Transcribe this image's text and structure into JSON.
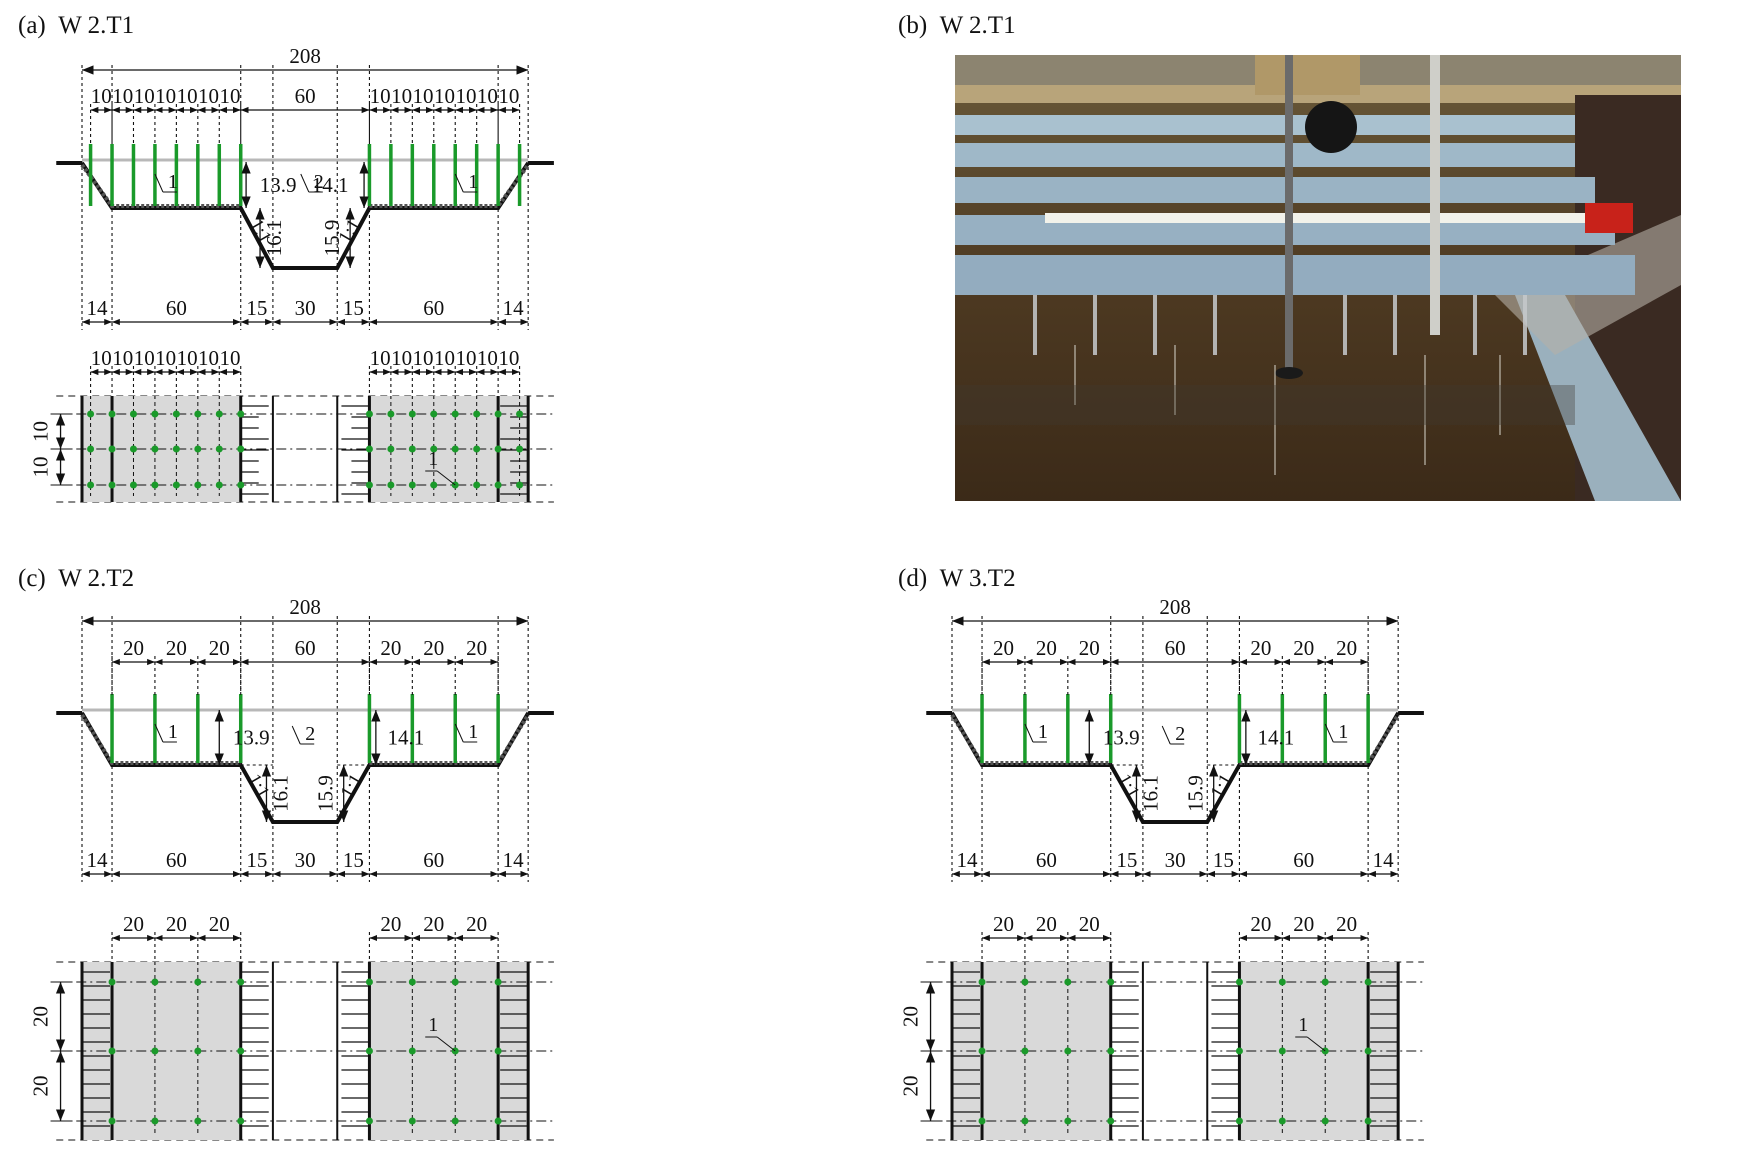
{
  "figure": {
    "panels": [
      {
        "id": "a",
        "label": "(a)",
        "title": "W 2.T1"
      },
      {
        "id": "b",
        "label": "(b)",
        "title": "W 2.T1"
      },
      {
        "id": "c",
        "label": "(c)",
        "title": "W 2.T2"
      },
      {
        "id": "d",
        "label": "(d)",
        "title": "W 3.T2"
      }
    ],
    "total_width": "208",
    "main_channel_width": "60",
    "callout_rod": "1",
    "callout_water": "2",
    "slope": "1:1",
    "depth_left": "13.9",
    "depth_right": "14.1",
    "main_depth_left": "16.1",
    "main_depth_right": "15.9",
    "bottom_segments": [
      "14",
      "60",
      "15",
      "30",
      "15",
      "60",
      "14"
    ],
    "spacing_T1": "10",
    "spacing_T2": "20",
    "plan_row_spacing_T1": "10",
    "plan_row_spacing_T2": "20"
  },
  "colors": {
    "rod": "#1a9a2a",
    "water_line": "#b8b8b8",
    "plan_fill": "#d9d9d9",
    "structure": "#111111"
  }
}
